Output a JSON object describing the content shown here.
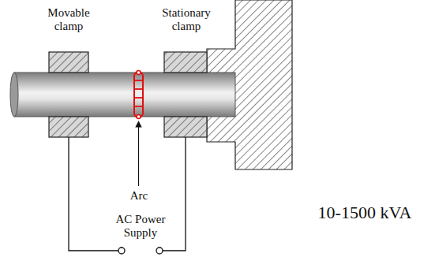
{
  "diagram": {
    "labels": [
      "Movable clamp",
      "Stationary clamp",
      "Arc",
      "AC Power Supply",
      "10-1500 kVA"
    ]
  }
}
